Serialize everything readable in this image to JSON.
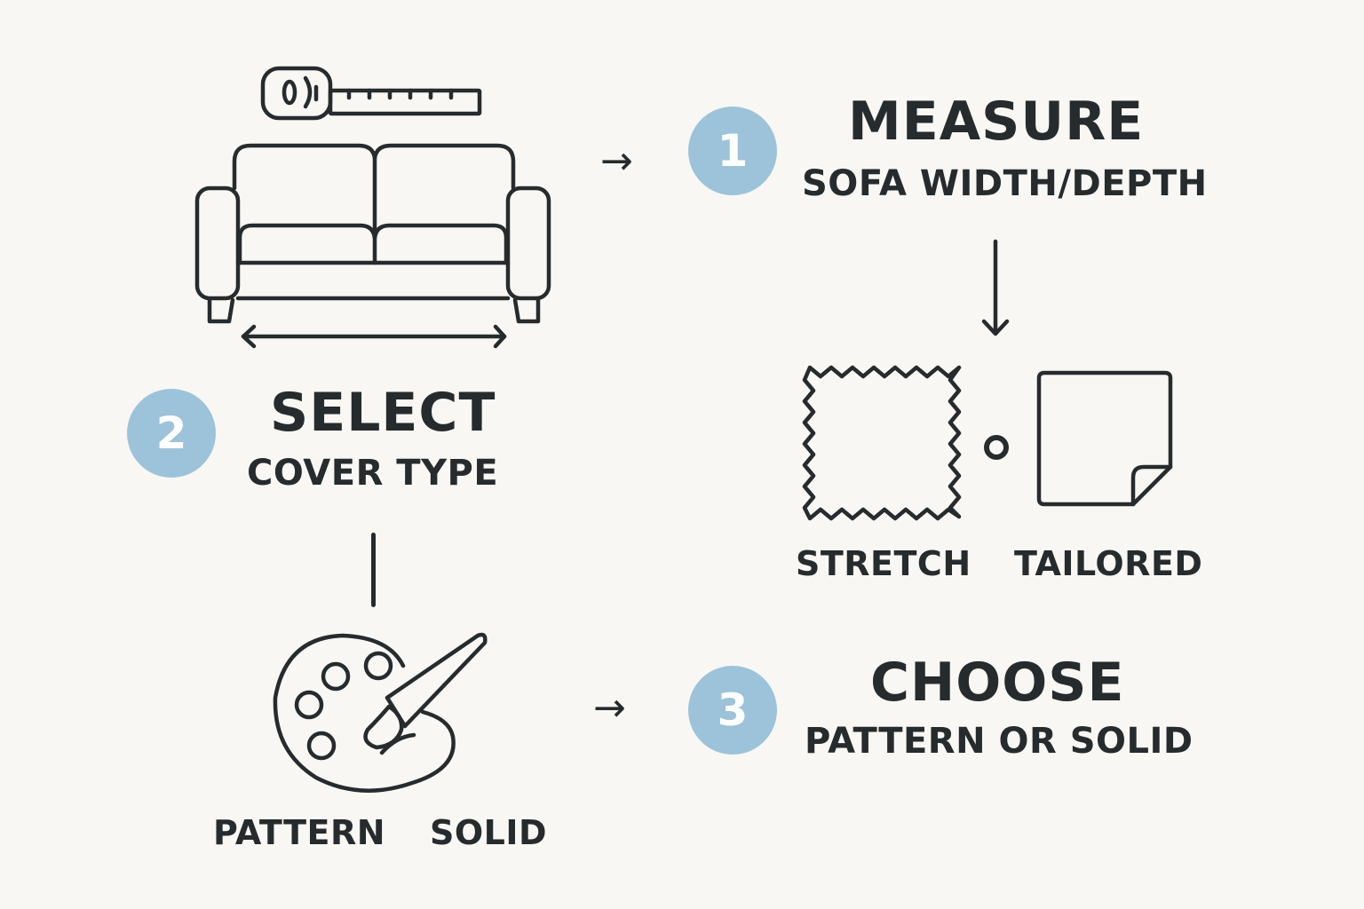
{
  "steps": [
    {
      "number": "1",
      "title": "MEASURE",
      "subtitle": "SOFA WIDTH/DEPTH"
    },
    {
      "number": "2",
      "title": "SELECT",
      "subtitle": "COVER TYPE"
    },
    {
      "number": "3",
      "title": "CHOOSE",
      "subtitle": "PATTERN OR SOLID"
    }
  ],
  "cover_types": {
    "stretch_label": "STRETCH",
    "tailored_label": "TAILORED"
  },
  "palette_options": {
    "pattern_label": "PATTERN",
    "solid_label": "SOLID"
  },
  "arrows": {
    "right": "→"
  },
  "icons": {
    "tape_measure": "tape-measure-icon",
    "sofa": "sofa-icon",
    "width_arrow": "double-arrow-icon",
    "stretch_fabric": "zigzag-fabric-icon",
    "tailored_fabric": "folded-corner-icon",
    "palette": "paint-palette-icon"
  },
  "colors": {
    "background": "#f8f7f4",
    "ink": "#262b2d",
    "badge": "#9cc3d9",
    "badge_text": "#ffffff"
  }
}
